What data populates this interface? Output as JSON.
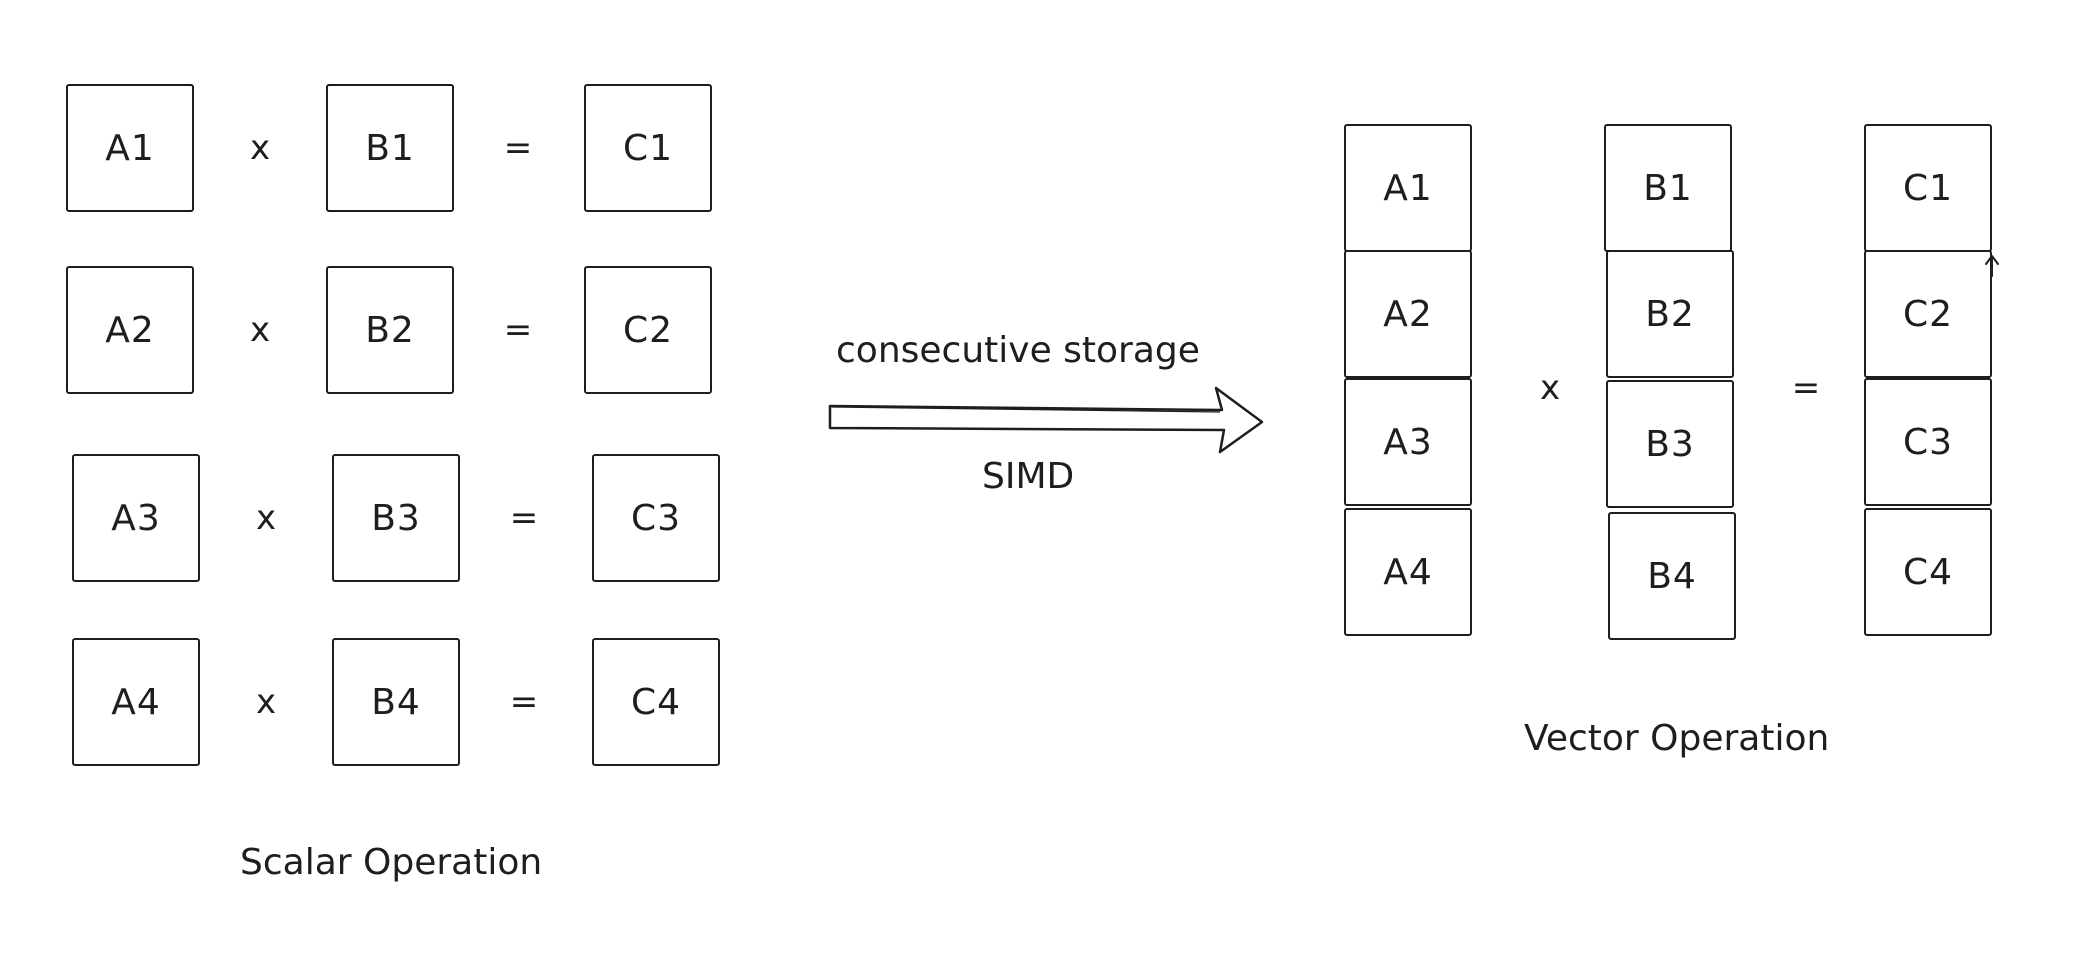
{
  "scalar": {
    "rows": [
      {
        "a": "A1",
        "op": "x",
        "b": "B1",
        "eq": "=",
        "c": "C1"
      },
      {
        "a": "A2",
        "op": "x",
        "b": "B2",
        "eq": "=",
        "c": "C2"
      },
      {
        "a": "A3",
        "op": "x",
        "b": "B3",
        "eq": "=",
        "c": "C3"
      },
      {
        "a": "A4",
        "op": "x",
        "b": "B4",
        "eq": "=",
        "c": "C4"
      }
    ],
    "caption": "Scalar Operation"
  },
  "transition": {
    "top_label": "consecutive storage",
    "bottom_label": "SIMD"
  },
  "vector": {
    "a": [
      "A1",
      "A2",
      "A3",
      "A4"
    ],
    "b": [
      "B1",
      "B2",
      "B3",
      "B4"
    ],
    "c": [
      "C1",
      "C2",
      "C3",
      "C4"
    ],
    "op": "x",
    "eq": "=",
    "caption": "Vector Operation"
  }
}
